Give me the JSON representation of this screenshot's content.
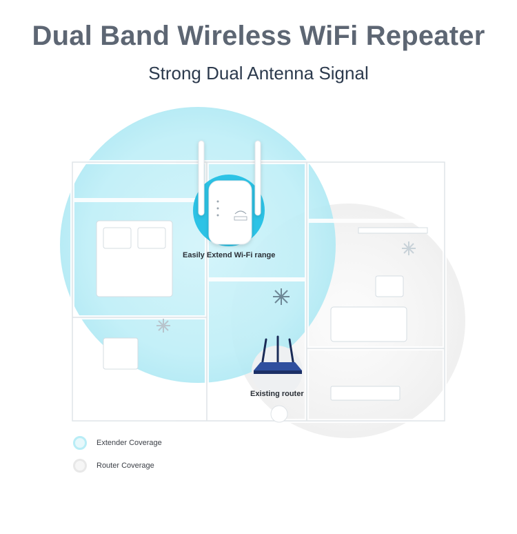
{
  "header": {
    "title": "Dual Band Wireless WiFi Repeater",
    "subtitle": "Strong Dual Antenna Signal"
  },
  "callouts": {
    "extender": "Easily Extend Wi-Fi range",
    "router": "Existing router"
  },
  "legend": [
    {
      "label": "Extender Coverage",
      "color": "#b8edf6"
    },
    {
      "label": "Router Coverage",
      "color": "#e8e8e8"
    }
  ],
  "icons": [
    "repeater-device-icon",
    "router-icon",
    "fan-icon"
  ],
  "colors": {
    "title": "#5d6673",
    "subtitle": "#2c3a4d",
    "extender_coverage": "#bdeef7",
    "router_coverage": "#eeeeee",
    "device_highlight": "#2cc3e6"
  }
}
